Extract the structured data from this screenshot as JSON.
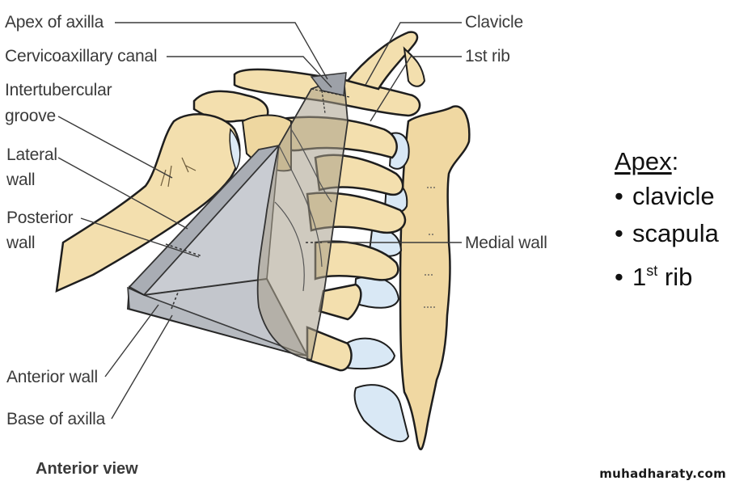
{
  "figure": {
    "title": "Anterior view",
    "labels": {
      "apex_of_axilla": "Apex of axilla",
      "cervicoaxillary_canal": "Cervicoaxillary canal",
      "intertubercular_line1": "Intertubercular",
      "intertubercular_line2": "groove",
      "lateral_line1": "Lateral",
      "lateral_line2": "wall",
      "posterior_line1": "Posterior",
      "posterior_line2": "wall",
      "anterior_wall": "Anterior wall",
      "base_of_axilla": "Base of axilla",
      "clavicle": "Clavicle",
      "first_rib": "1st rib",
      "medial_wall": "Medial wall"
    }
  },
  "notes": {
    "heading": "Apex",
    "heading_suffix": ":",
    "bullet": "•",
    "items": [
      {
        "text": "clavicle"
      },
      {
        "text": "scapula"
      },
      {
        "text": "1",
        "sup": "st",
        "rest": " rib"
      }
    ]
  },
  "watermark": "muhadharaty.com",
  "colors": {
    "bone": "#f3dfae",
    "bone_shade": "#e5c98a",
    "cartilage": "#d6e6f4",
    "wall_gray": "#b9bdc4",
    "wall_gray_light": "#cfd2d7",
    "wall_tan": "#a9a08e",
    "outline": "#1e1e1e",
    "leader": "#3a3a3a"
  }
}
